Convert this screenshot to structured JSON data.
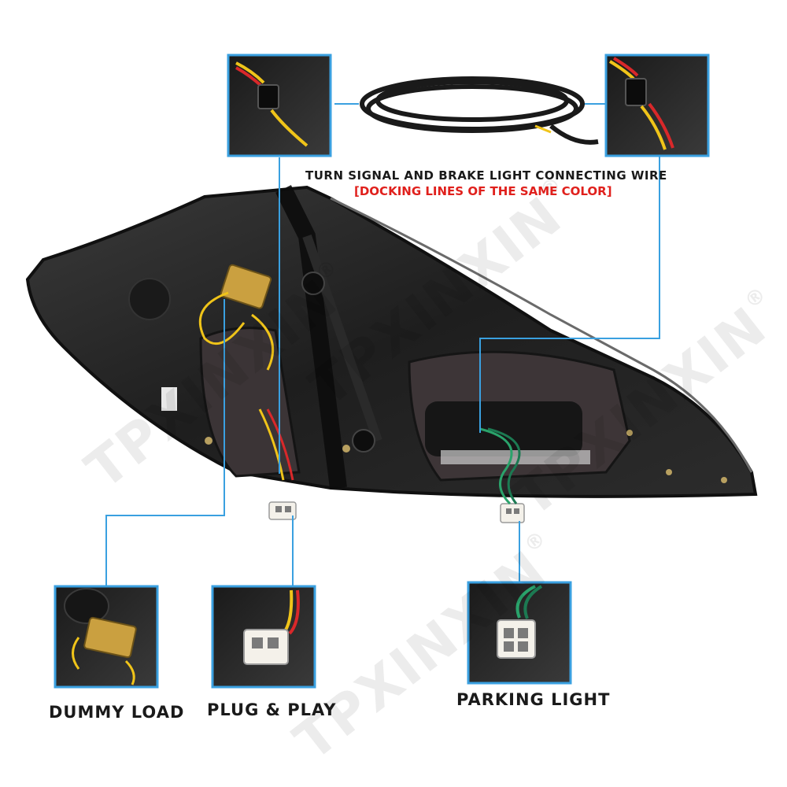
{
  "headline": {
    "line1": "TURN SIGNAL AND BRAKE LIGHT CONNECTING WIRE",
    "line2": "[DOCKING LINES OF THE SAME COLOR]"
  },
  "labels": {
    "dummy_load": "DUMMY LOAD",
    "plug_play": "PLUG & PLAY",
    "parking_light": "PARKING LIGHT"
  },
  "watermark": {
    "brand": "TPXINXIN",
    "mark": "®"
  },
  "colors": {
    "callout_line": "#3aa0e0",
    "headline_red": "#e0201c",
    "text_dark": "#1a1a1a",
    "lamp_dark": "#1e1e1e",
    "wire_yellow": "#f0c419",
    "wire_red": "#d9282a",
    "wire_green": "#2aa36b"
  }
}
